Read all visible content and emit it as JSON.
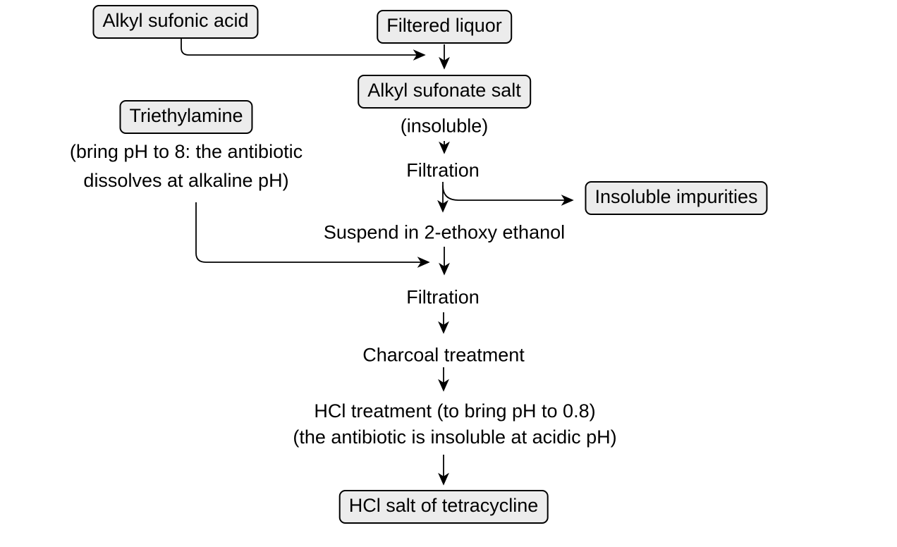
{
  "colors": {
    "background": "#ffffff",
    "node_fill": "#ececec",
    "node_border": "#000000",
    "arrow": "#000000",
    "text": "#000000"
  },
  "flowchart": {
    "boxes": {
      "alkyl_sufonic_acid": "Alkyl sufonic acid",
      "filtered_liquor": "Filtered liquor",
      "alkyl_sufonate_salt": "Alkyl sufonate salt",
      "triethylamine": "Triethylamine",
      "insoluble_impurities": "Insoluble impurities",
      "hcl_salt_of_tetracycline": "HCl salt of tetracycline"
    },
    "steps": {
      "insoluble_note": "(insoluble)",
      "filtration_1": "Filtration",
      "suspend": "Suspend in 2-ethoxy ethanol",
      "filtration_2": "Filtration",
      "charcoal": "Charcoal treatment",
      "hcl_treatment_line1": "HCl treatment (to bring pH to 0.8)",
      "hcl_treatment_line2": "(the antibiotic is insoluble at acidic pH)",
      "triethylamine_note_line1": "(bring pH to 8: the antibiotic",
      "triethylamine_note_line2": "dissolves at alkaline pH)"
    },
    "edges": [
      {
        "from": "Alkyl sufonic acid",
        "to": "Alkyl sufonate salt"
      },
      {
        "from": "Filtered liquor",
        "to": "Alkyl sufonate salt"
      },
      {
        "from": "Alkyl sufonate salt (insoluble)",
        "to": "Filtration"
      },
      {
        "from": "Filtration",
        "to": "Suspend in 2-ethoxy ethanol"
      },
      {
        "from": "Filtration",
        "to": "Insoluble impurities"
      },
      {
        "from": "Suspend in 2-ethoxy ethanol",
        "to": "Filtration"
      },
      {
        "from": "Triethylamine",
        "to": "Filtration"
      },
      {
        "from": "Filtration",
        "to": "Charcoal treatment"
      },
      {
        "from": "Charcoal treatment",
        "to": "HCl treatment (to bring pH to 0.8)"
      },
      {
        "from": "HCl treatment",
        "to": "HCl salt of tetracycline"
      }
    ]
  }
}
